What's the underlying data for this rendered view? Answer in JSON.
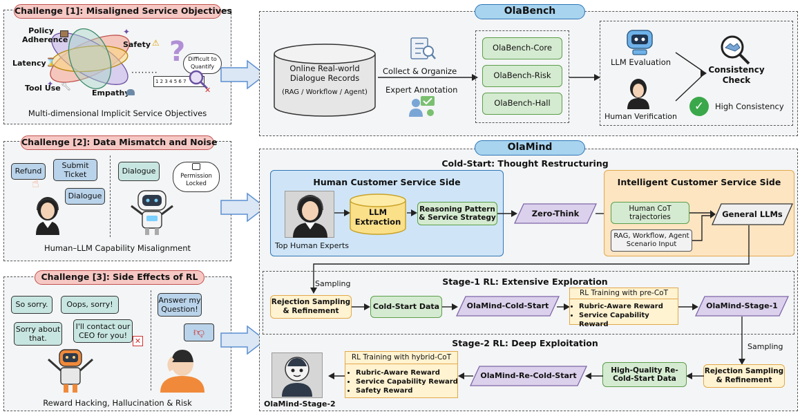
{
  "challenge1": {
    "title": "Challenge [1]: Misaligned Service Objectives",
    "labels": [
      "Policy Adherence",
      "Safety",
      "Latency",
      "Tool Use",
      "Empathy"
    ],
    "difficult": "Difficult to Quantify",
    "ruler": "1 2 3 4 5 6 7",
    "caption": "Multi-dimensional Implicit Service Objectives"
  },
  "challenge2": {
    "title": "Challenge [2]: Data Mismatch and Noise",
    "refund": "Refund",
    "submit_ticket": "Submit Ticket",
    "dialogue": "Dialogue",
    "dialogue2": "Dialogue",
    "permission": "Permission Locked",
    "caption": "Human–LLM Capability Misalignment"
  },
  "challenge3": {
    "title": "Challenge [3]: Side Effects of RL",
    "so_sorry": "So sorry.",
    "oops": "Oops, sorry!",
    "sorry_about": "Sorry about that.",
    "contact_ceo": "I'll contact our CEO for you!",
    "answer": "Answer my Question!",
    "caption": "Reward Hacking, Hallucination & Risk"
  },
  "olabench": {
    "title": "OlaBench",
    "records": "Online Real-world Dialogue Records",
    "records_sub": "(RAG / Workflow / Agent)",
    "collect": "Collect & Organize",
    "expert": "Expert Annotation",
    "core": "OlaBench-Core",
    "risk": "OlaBench-Risk",
    "hall": "OlaBench-Hall",
    "llm_eval": "LLM Evaluation",
    "human_ver": "Human Verification",
    "consistency": "Consistency Check",
    "high": "High Consistency"
  },
  "olamind": {
    "title": "OlaMind",
    "cold_start_title": "Cold-Start: Thought Restructuring",
    "human_side": "Human Customer Service Side",
    "top_experts": "Top Human Experts",
    "llm_extraction": "LLM Extraction",
    "reasoning": "Reasoning Pattern & Service Strategy",
    "zero_think": "Zero-Think",
    "intelligent_side": "Intelligent Customer Service Side",
    "cot": "Human CoT trajectories",
    "rag_input": "RAG, Workflow, Agent Scenario Input",
    "general": "General LLMs",
    "stage1_title": "Stage-1 RL: Extensive Exploration",
    "sampling1": "Sampling",
    "rejection1": "Rejection Sampling & Refinement",
    "cold_data": "Cold-Start Data",
    "ola_cold": "OlaMind-Cold-Start",
    "rl_pre": "RL Training with pre-CoT",
    "pre_rewards": [
      "Rubric-Aware Reward",
      "Service Capability Reward"
    ],
    "stage1": "OlaMind-Stage-1",
    "sampling2": "Sampling",
    "stage2_title": "Stage-2 RL: Deep Exploitation",
    "rejection2": "Rejection Sampling & Refinement",
    "high_quality": "High-Quality Re-Cold-Start Data",
    "re_cold": "OlaMind-Re-Cold-Start",
    "rl_hybrid": "RL Training with hybrid-CoT",
    "hybrid_rewards": [
      "Rubric-Aware Reward",
      "Service Capability Reward",
      "Safety Reward"
    ],
    "stage2": "OlaMind-Stage-2"
  }
}
